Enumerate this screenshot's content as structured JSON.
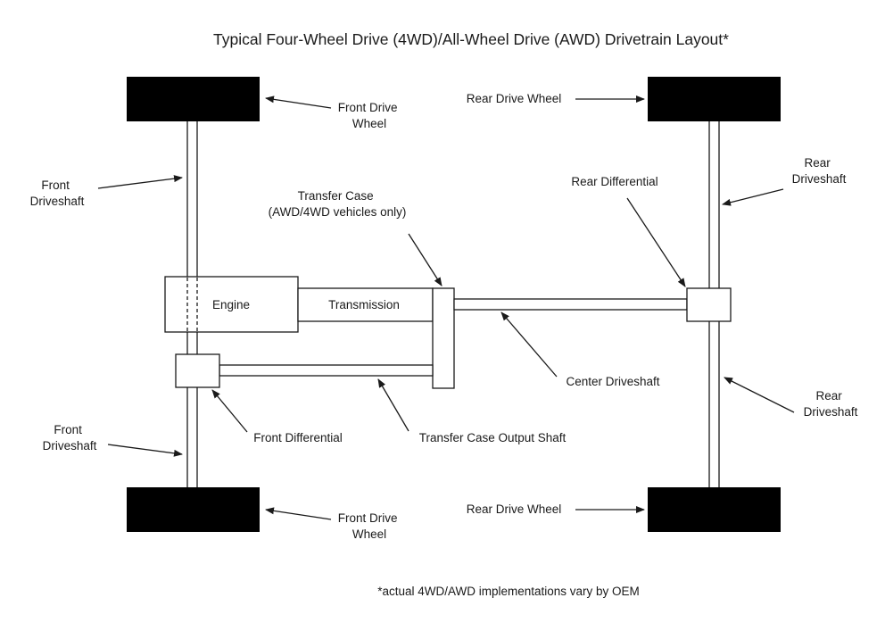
{
  "title": "Typical Four-Wheel Drive (4WD)/All-Wheel Drive (AWD) Drivetrain Layout*",
  "footnote": "*actual 4WD/AWD implementations vary by OEM",
  "labels": {
    "front_drive_wheel_top": [
      "Front Drive",
      "Wheel"
    ],
    "front_drive_wheel_bottom": [
      "Front Drive",
      "Wheel"
    ],
    "rear_drive_wheel_top": "Rear Drive Wheel",
    "rear_drive_wheel_bottom": "Rear Drive Wheel",
    "front_driveshaft_upper": [
      "Front",
      "Driveshaft"
    ],
    "front_driveshaft_lower": [
      "Front",
      "Driveshaft"
    ],
    "rear_driveshaft_upper": [
      "Rear",
      "Driveshaft"
    ],
    "rear_driveshaft_lower": [
      "Rear",
      "Driveshaft"
    ],
    "transfer_case": [
      "Transfer Case",
      "(AWD/4WD vehicles only)"
    ],
    "rear_differential": "Rear Differential",
    "engine": "Engine",
    "transmission": "Transmission",
    "center_driveshaft": "Center Driveshaft",
    "front_differential": "Front Differential",
    "transfer_case_output_shaft": "Transfer Case Output Shaft"
  }
}
